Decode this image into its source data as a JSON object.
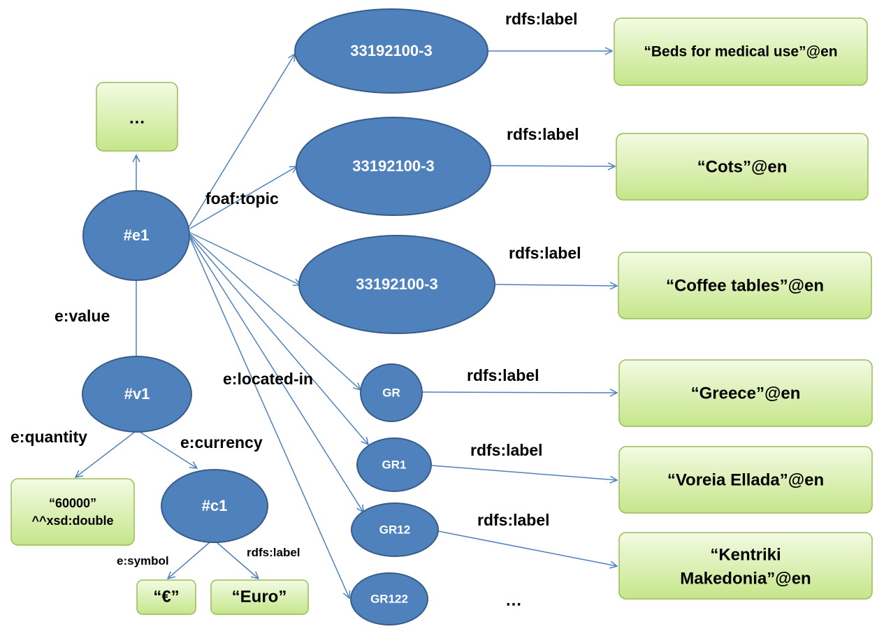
{
  "nodes": {
    "e1": "#e1",
    "v1": "#v1",
    "c1": "#c1",
    "topic1": "33192100-3",
    "topic2": "33192100-3",
    "topic3": "33192100-3",
    "gr": "GR",
    "gr1": "GR1",
    "gr12": "GR12",
    "gr122": "GR122"
  },
  "literals": {
    "ellipsis_top": "…",
    "label_beds": "“Beds for medical use”@en",
    "label_cots": "“Cots”@en",
    "label_coffee": "“Coffee tables”@en",
    "label_greece": "“Greece”@en",
    "label_voreia": "“Voreia Ellada”@en",
    "label_kentriki_line1": "“Kentriki",
    "label_kentriki_line2": "Makedonia”@en",
    "quantity_line1": "“60000”",
    "quantity_line2": "^^xsd:double",
    "symbol": "“€”",
    "euro": "“Euro”",
    "ellipsis_bottom": "…"
  },
  "edge_labels": {
    "foaf_topic": "foaf:topic",
    "rdfs_label_1": "rdfs:label",
    "rdfs_label_2": "rdfs:label",
    "rdfs_label_3": "rdfs:label",
    "rdfs_label_4": "rdfs:label",
    "rdfs_label_5": "rdfs:label",
    "rdfs_label_6": "rdfs:label",
    "rdfs_label_c1": "rdfs:label",
    "e_value": "e:value",
    "e_located_in": "e:located-in",
    "e_quantity": "e:quantity",
    "e_currency": "e:currency",
    "e_symbol": "e:symbol"
  },
  "colors": {
    "node_fill": "#4f81bd",
    "node_stroke": "#385d8a",
    "literal_fill_top": "#f3fbe3",
    "literal_fill_bottom": "#c5e68a",
    "literal_stroke": "#9bbb59",
    "edge": "#4f81bd"
  }
}
